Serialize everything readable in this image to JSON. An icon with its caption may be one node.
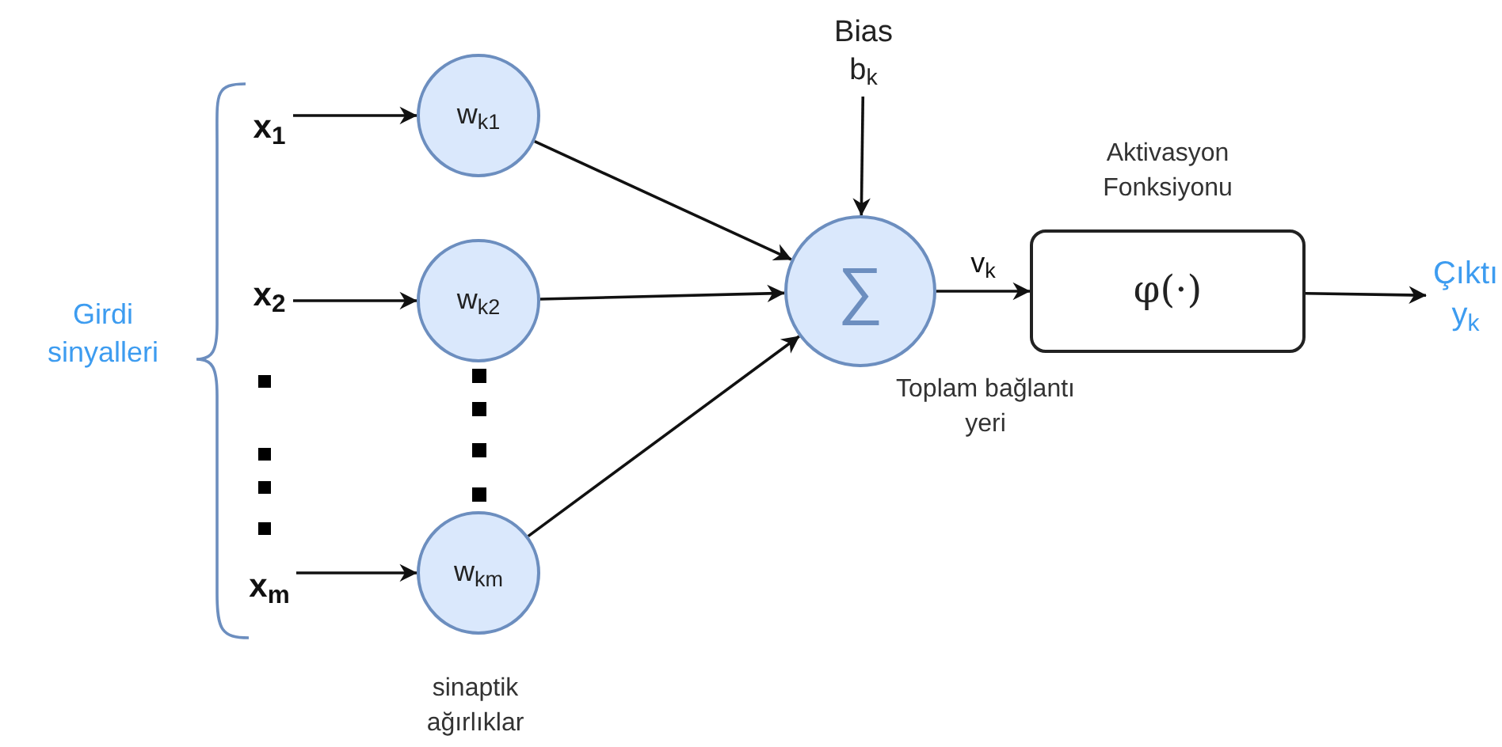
{
  "diagram": {
    "nodes": [
      {
        "text": [
          "x$_{1}$"
        ]
      },
      {
        "text": [
          "x$_{2}$"
        ]
      },
      {
        "text": [
          "x$_{m}$"
        ]
      },
      {
        "text": [
          "w$_{k1}$"
        ]
      },
      {
        "text": [
          "w$_{k2}$"
        ]
      },
      {
        "text": [
          "w$_{km}$"
        ]
      },
      {
        "text": [
          "∑"
        ],
        "beside": [
          "Toplam bağlantı yeri"
        ]
      },
      {
        "text": [
          "Bias",
          "b$_{k}$"
        ]
      },
      {
        "text": [
          "φ(·)"
        ],
        "beside": [
          "Aktivasyon Fonksiyonu"
        ]
      },
      {
        "text": [
          "Çıktı",
          "y$_{k}$"
        ]
      }
    ],
    "edges": [
      {
        "from": 0,
        "to": 3,
        "arrow": "to"
      },
      {
        "from": 1,
        "to": 4,
        "arrow": "to"
      },
      {
        "from": 2,
        "to": 5,
        "arrow": "to"
      },
      {
        "from": 3,
        "to": 6,
        "arrow": "to"
      },
      {
        "from": 4,
        "to": 6,
        "arrow": "to"
      },
      {
        "from": 5,
        "to": 6,
        "arrow": "to"
      },
      {
        "from": 7,
        "to": 6,
        "arrow": "to"
      },
      {
        "from": 6,
        "to": 8,
        "arrow": "to",
        "label": "v$_{k}$"
      },
      {
        "from": 8,
        "to": 9,
        "arrow": "to"
      }
    ],
    "labels": [
      "Girdi sinyalleri",
      "sinaptik ağırlıklar"
    ]
  }
}
